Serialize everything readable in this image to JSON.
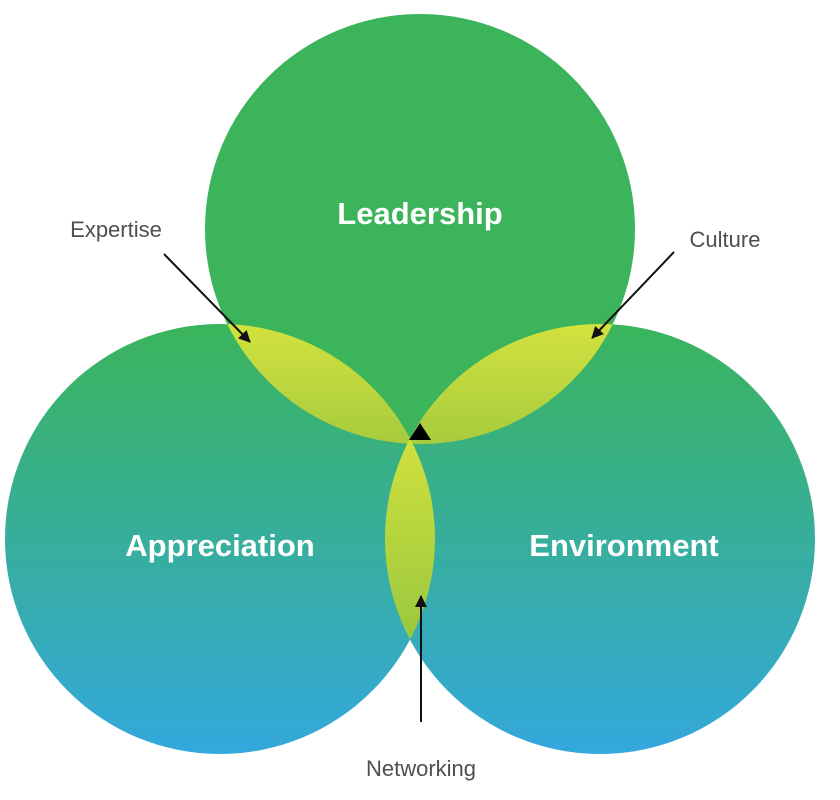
{
  "diagram": {
    "circles": {
      "top": "Leadership",
      "left": "Appreciation",
      "right": "Environment"
    },
    "intersections": {
      "top_left": "Expertise",
      "top_right": "Culture",
      "bottom": "Networking"
    }
  },
  "colors": {
    "circle_top": "#3bb45c",
    "circle_bottom": "#33a8dc",
    "lens_top": "#d2e23e",
    "lens_bottom": "#94c53f",
    "center_marker": "#000000",
    "arrow": "#111111",
    "callout_text": "#4f4f4f",
    "circle_text": "#ffffff"
  }
}
